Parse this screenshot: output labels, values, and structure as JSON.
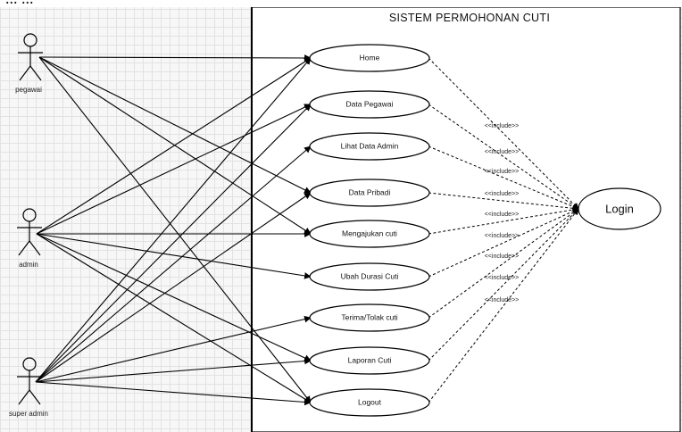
{
  "top_caption": "... ...",
  "system": {
    "title": "SISTEM PERMOHONAN CUTI"
  },
  "actors": [
    {
      "id": "pegawai",
      "label": "pegawai"
    },
    {
      "id": "admin",
      "label": "admin"
    },
    {
      "id": "super_admin",
      "label": "super admin"
    }
  ],
  "use_cases": [
    {
      "id": "home",
      "label": "Home"
    },
    {
      "id": "data_pegawai",
      "label": "Data Pegawai"
    },
    {
      "id": "lihat_data_admin",
      "label": "Lihat Data Admin"
    },
    {
      "id": "data_pribadi",
      "label": "Data Pribadi"
    },
    {
      "id": "mengajukan_cuti",
      "label": "Mengajukan cuti"
    },
    {
      "id": "ubah_durasi_cuti",
      "label": "Ubah Durasi Cuti"
    },
    {
      "id": "terima_tolak_cuti",
      "label": "Terima/Tolak cuti"
    },
    {
      "id": "laporan_cuti",
      "label": "Laporan Cuti"
    },
    {
      "id": "logout",
      "label": "Logout"
    }
  ],
  "login": {
    "label": "Login"
  },
  "include_label": "<<include>>",
  "associations": [
    [
      "pegawai",
      "home"
    ],
    [
      "pegawai",
      "data_pribadi"
    ],
    [
      "pegawai",
      "mengajukan_cuti"
    ],
    [
      "pegawai",
      "logout"
    ],
    [
      "admin",
      "home"
    ],
    [
      "admin",
      "data_pegawai"
    ],
    [
      "admin",
      "mengajukan_cuti"
    ],
    [
      "admin",
      "ubah_durasi_cuti"
    ],
    [
      "admin",
      "laporan_cuti"
    ],
    [
      "admin",
      "logout"
    ],
    [
      "super_admin",
      "data_pegawai"
    ],
    [
      "super_admin",
      "lihat_data_admin"
    ],
    [
      "super_admin",
      "data_pribadi"
    ],
    [
      "super_admin",
      "terima_tolak_cuti"
    ],
    [
      "super_admin",
      "laporan_cuti"
    ],
    [
      "super_admin",
      "logout"
    ],
    [
      "super_admin",
      "home"
    ]
  ],
  "includes": [
    "home",
    "data_pegawai",
    "lihat_data_admin",
    "data_pribadi",
    "mengajukan_cuti",
    "ubah_durasi_cuti",
    "terima_tolak_cuti",
    "laporan_cuti",
    "logout"
  ]
}
